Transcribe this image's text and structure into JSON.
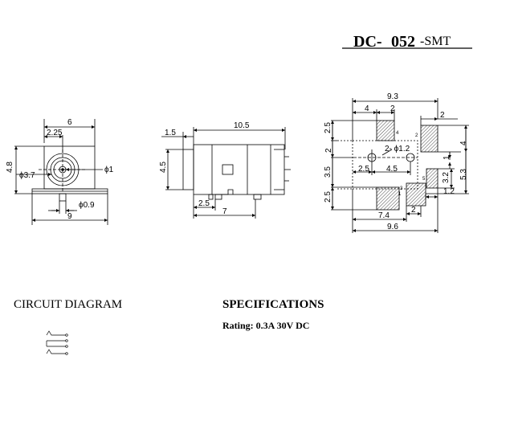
{
  "title": {
    "prefix": "DC-",
    "number": "052",
    "suffix": "-SMT"
  },
  "front_view": {
    "dims": {
      "width_top": "6",
      "offset": "2.25",
      "height": "4.8",
      "inner_dia": "ϕ3.7",
      "pin_dia": "ϕ1",
      "pin_leg": "ϕ0.9",
      "width_bottom": "9"
    }
  },
  "side_view": {
    "dims": {
      "nose": "1.5",
      "length": "10.5",
      "height": "4.5",
      "a": "2.5",
      "b": "7"
    }
  },
  "footprint": {
    "dims": {
      "total_w": "9.3",
      "left_w": "4",
      "pad_w": "2",
      "r_pad_w": "2",
      "top_h": "2.5",
      "mid_h": "2",
      "h4": "4",
      "h3_5": "3.5",
      "bot_h": "2.5",
      "hole_spec": "2- ϕ1.2",
      "p2_5": "2.5",
      "p4_5": "4.5",
      "d1": "1",
      "d3_2": "3.2",
      "d5_3": "5.3",
      "d1_2": "1.2",
      "b7_4": "7.4",
      "b2": "2",
      "b9_6": "9.6"
    },
    "pins": [
      "1",
      "2",
      "3",
      "4",
      "5"
    ]
  },
  "circuit": {
    "heading": "CIRCUIT DIAGRAM"
  },
  "specs": {
    "heading": "SPECIFICATIONS",
    "rating": "Rating: 0.3A 30V DC"
  }
}
